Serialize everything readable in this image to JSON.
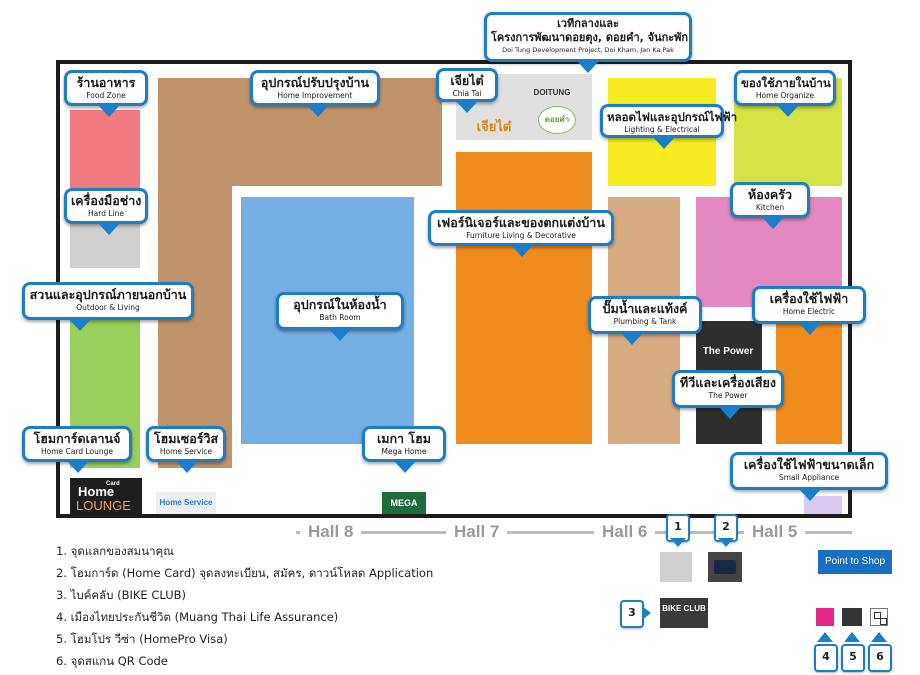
{
  "zones": {
    "food_zone": {
      "th": "ร้านอาหาร",
      "en": "Food Zone"
    },
    "home_improvement": {
      "th": "อุปกรณ์ปรับปรุงบ้าน",
      "en": "Home Improvement"
    },
    "chia_tai": {
      "th": "เจียไต๋",
      "en": "Chia Tai"
    },
    "doi_tung": {
      "th": "เวทีกลางและ",
      "th2": "โครงการพัฒนาดอยตุง, ดอยคำ, จันกะพัก",
      "en": "Doi Tung Development Project, Doi Kham, Jan Ka Pak"
    },
    "lighting": {
      "th": "หลอดไฟและอุปกรณ์ไฟฟ้า",
      "en": "Lighting & Electrical"
    },
    "home_organize": {
      "th": "ของใช้ภายในบ้าน",
      "en": "Home Organize"
    },
    "hard_line": {
      "th": "เครื่องมือช่าง",
      "en": "Hard Line"
    },
    "kitchen": {
      "th": "ห้องครัว",
      "en": "Kitchen"
    },
    "furniture": {
      "th": "เฟอร์นิเจอร์และของตกแต่งบ้าน",
      "en": "Furniture Living & Decorative"
    },
    "outdoor": {
      "th": "สวนและอุปกรณ์ภายนอกบ้าน",
      "en": "Outdoor & Living"
    },
    "bath_room": {
      "th": "อุปกรณ์ในห้องน้ำ",
      "en": "Bath Room"
    },
    "plumbing": {
      "th": "ปั๊มน้ำและแท้งค์",
      "en": "Plumbing & Tank"
    },
    "home_electric": {
      "th": "เครื่องใช้ไฟฟ้า",
      "en": "Home Electric"
    },
    "the_power": {
      "th": "ทีวีและเครื่องเสียง",
      "en": "The Power"
    },
    "home_card_lounge": {
      "th": "โฮมการ์ดเลานจ์",
      "en": "Home Card Lounge"
    },
    "home_service": {
      "th": "โฮมเซอร์วิส",
      "en": "Home Service"
    },
    "mega_home": {
      "th": "เมกา โฮม",
      "en": "Mega Home"
    },
    "small_appliance": {
      "th": "เครื่องใช้ไฟฟ้าขนาดเล็ก",
      "en": "Small Appliance"
    }
  },
  "logos": {
    "chia_tai": "เจียไต๋",
    "doi_tung": "DOITUNG",
    "doi_kham": "ดอยคำ",
    "the_power": "The Power",
    "home_card_small": "Card",
    "home_card_big": "Home",
    "home_card_lounge": "LOUNGE",
    "home_service": "Home Service",
    "mega": "MEGA",
    "point_to_shop": "Point to Shop",
    "bike_club": "BIKE CLUB"
  },
  "halls": [
    "Hall 8",
    "Hall 7",
    "Hall 6",
    "Hall 5"
  ],
  "legend": [
    "1. จุดแลกของสมนาคุณ",
    "2. โฮมการ์ด (Home Card) จุดลงทะเบียน, สมัคร, ดาวน์โหลด Application",
    "3. ไบค์คลับ (BIKE CLUB)",
    "4. เมืองไทยประกันชีวิต (Muang Thai Life Assurance)",
    "5. โฮมโปร วีซ่า (HomePro Visa)",
    "6. จุดสแกน QR Code"
  ],
  "markers": [
    "1",
    "2",
    "3",
    "4",
    "5",
    "6"
  ],
  "colors": {
    "food": "#f07a80",
    "improvement": "#c1936a",
    "hardline": "#cfcfcf",
    "outdoor": "#99cf5b",
    "bath": "#75aee3",
    "furniture": "#f08c1e",
    "lighting": "#f6ec20",
    "organize": "#d6e244",
    "kitchen": "#e389c0",
    "plumbing": "#d7ab82",
    "power": "#2e2e2e",
    "electric": "#f08c1e",
    "small": "#d9c8ef",
    "accent": "#1a7fc8"
  }
}
